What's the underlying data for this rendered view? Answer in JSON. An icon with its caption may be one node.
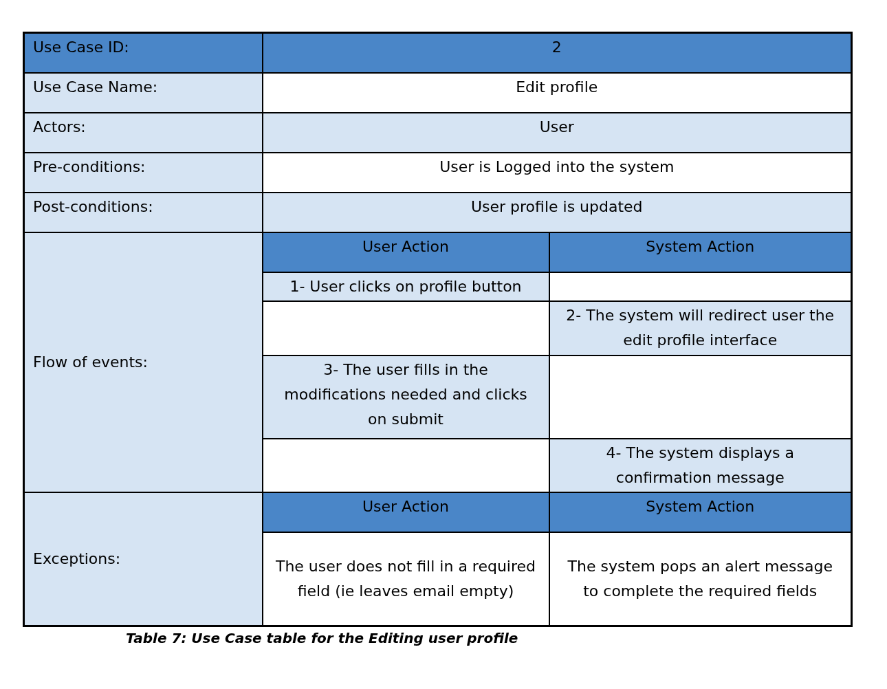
{
  "diagram": {
    "caption": "Table 7: Use Case table for the Editing user profile",
    "labels": [
      "Use Case ID:",
      "2",
      "Use Case Name:",
      "Edit profile",
      "Actors:",
      "User",
      "Pre-conditions:",
      "User is Logged into the system",
      "Post-conditions:",
      "User profile is updated",
      "Flow of events:",
      "User Action",
      "System Action",
      "1- User clicks on profile button",
      "2- The system will redirect user the edit profile interface",
      "3- The user fills in the modifications needed and clicks on submit",
      "4- The system displays a confirmation message",
      "Exceptions:",
      "User Action",
      "System Action",
      "The user does not fill in a required field (ie leaves email empty)",
      "The system pops an alert message to complete the required fields"
    ]
  }
}
